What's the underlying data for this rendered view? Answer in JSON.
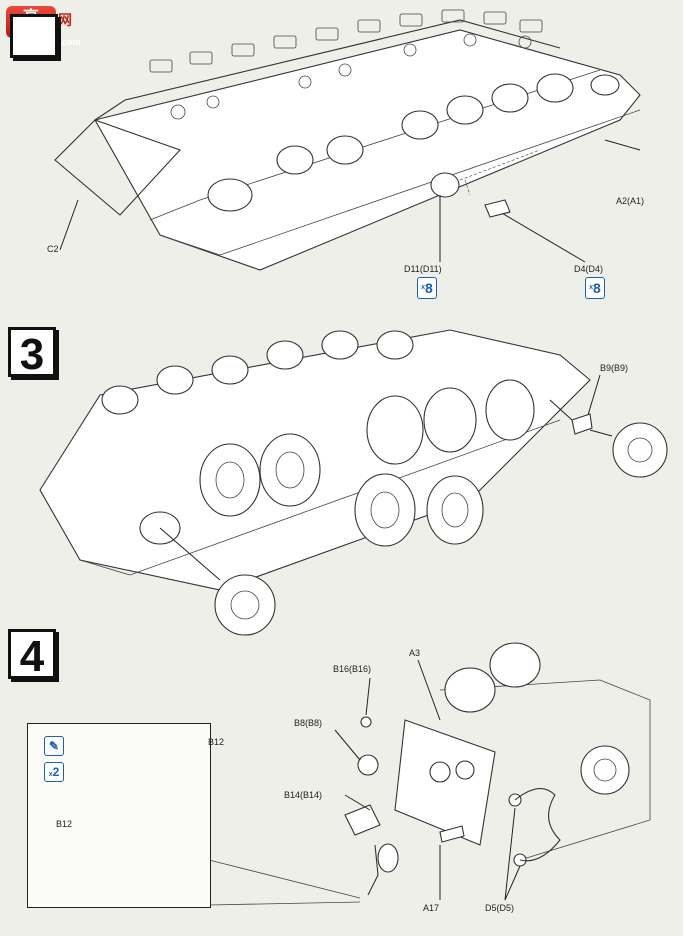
{
  "watermark": {
    "logo": "高",
    "brand": "网",
    "url": "gao.shan.com"
  },
  "steps": [
    {
      "number": "",
      "labels": {
        "c2": "C2",
        "a2": "A2(A1)",
        "d11": "D11(D11)",
        "d4": "D4(D4)",
        "qty_d11": "8",
        "qty_d4": "8",
        "qty_prefix": "x"
      }
    },
    {
      "number": "3",
      "labels": {
        "b9": "B9(B9)"
      }
    },
    {
      "number": "4",
      "labels": {
        "b16": "B16(B16)",
        "a3": "A3",
        "b8": "B8(B8)",
        "b14": "B14(B14)",
        "a17": "A17",
        "d5": "D5(D5)"
      },
      "inset": {
        "paint_icon": "paint-brush-icon",
        "qty": "2",
        "qty_prefix": "x",
        "b12_top": "B12",
        "b12_left": "B12"
      }
    }
  ],
  "colors": {
    "accent": "#1a5fb8",
    "ink": "#222222",
    "paper": "#efefea"
  }
}
